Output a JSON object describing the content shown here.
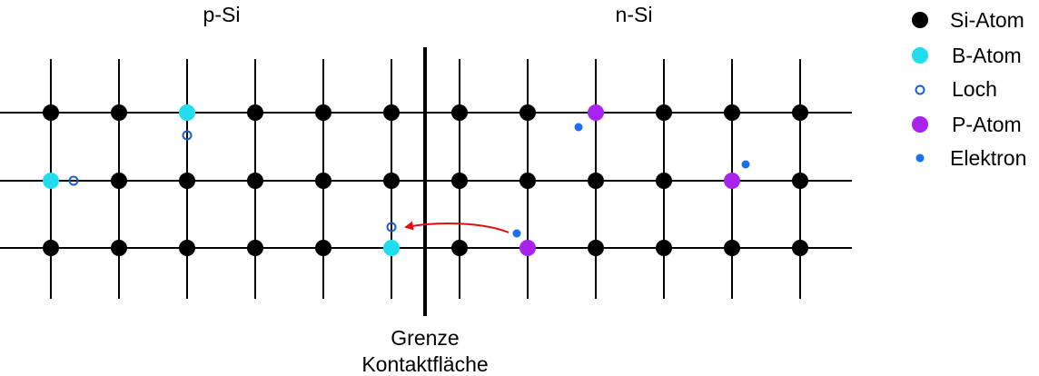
{
  "region_labels": {
    "p_side": "p-Si",
    "n_side": "n-Si"
  },
  "boundary_labels": {
    "line1": "Grenze",
    "line2": "Kontaktfläche"
  },
  "legend": {
    "si": "Si-Atom",
    "b": "B-Atom",
    "hole": "Loch",
    "p": "P-Atom",
    "electron": "Elektron"
  },
  "colors": {
    "si_atom": "#000000",
    "b_atom": "#22DDEE",
    "hole": "#1A5FCC",
    "p_atom": "#AA22EE",
    "electron": "#1A6FEE",
    "arrow": "#E01010"
  },
  "lattice": {
    "columns": 12,
    "rows": 3,
    "b_atoms": [
      [
        0,
        2
      ],
      [
        1,
        0
      ],
      [
        2,
        5
      ]
    ],
    "p_atoms": [
      [
        0,
        8
      ],
      [
        1,
        10
      ],
      [
        2,
        7
      ]
    ],
    "holes": 3,
    "electrons": 3
  }
}
